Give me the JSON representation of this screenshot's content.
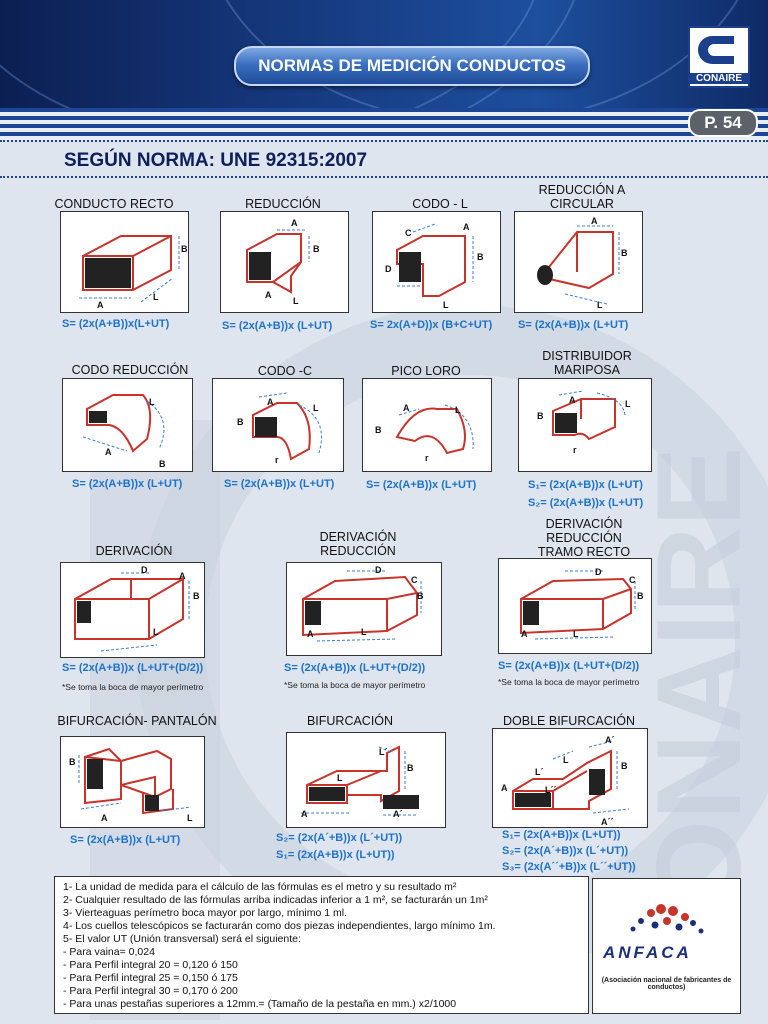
{
  "header": {
    "title": "NORMAS DE MEDICIÓN CONDUCTOS",
    "logo_text": "CONAIRE",
    "page": "P. 54"
  },
  "heading": "SEGÚN NORMA: UNE 92315:2007",
  "watermark": "CONAIRE",
  "items": [
    {
      "label": "CONDUCTO RECTO",
      "formulas": [
        "S= (2x(A+B))x(L+UT)"
      ],
      "note": ""
    },
    {
      "label": "REDUCCIÓN",
      "formulas": [
        "S= (2x(A+B))x (L+UT)"
      ],
      "note": ""
    },
    {
      "label": "CODO - L",
      "formulas": [
        "S= 2x(A+D))x (B+C+UT)"
      ],
      "note": ""
    },
    {
      "label": "REDUCCIÓN A CIRCULAR",
      "formulas": [
        "S= (2x(A+B))x (L+UT)"
      ],
      "note": ""
    },
    {
      "label": "CODO REDUCCIÓN",
      "formulas": [
        "S= (2x(A+B))x (L+UT)"
      ],
      "note": ""
    },
    {
      "label": "CODO -C",
      "formulas": [
        "S= (2x(A+B))x (L+UT)"
      ],
      "note": ""
    },
    {
      "label": "PICO LORO",
      "formulas": [
        "S= (2x(A+B))x (L+UT)"
      ],
      "note": ""
    },
    {
      "label": "DISTRIBUIDOR MARIPOSA",
      "formulas": [
        "S₁= (2x(A+B))x (L+UT)",
        "S₂= (2x(A+B))x (L+UT)"
      ],
      "note": ""
    },
    {
      "label": "DERIVACIÓN",
      "formulas": [
        "S= (2x(A+B))x (L+UT+(D/2))"
      ],
      "note": "*Se toma la boca de mayor perímetro"
    },
    {
      "label": "DERIVACIÓN REDUCCIÓN",
      "formulas": [
        "S= (2x(A+B))x (L+UT+(D/2))"
      ],
      "note": "*Se toma la boca de mayor perímetro"
    },
    {
      "label": "DERIVACIÓN REDUCCIÓN TRAMO RECTO",
      "formulas": [
        "S= (2x(A+B))x (L+UT+(D/2))"
      ],
      "note": "*Se toma la boca de mayor perímetro"
    },
    {
      "label": "BIFURCACIÓN- PANTALÓN",
      "formulas": [
        "S= (2x(A+B))x (L+UT)"
      ],
      "note": ""
    },
    {
      "label": "BIFURCACIÓN",
      "formulas": [
        "S₂= (2x(A´+B))x (L´+UT))",
        "S₁= (2x(A+B))x (L+UT))"
      ],
      "note": ""
    },
    {
      "label": "DOBLE BIFURCACIÓN",
      "formulas": [
        "S₁= (2x(A+B))x (L+UT))",
        "S₂= (2x(A´+B))x (L´+UT))",
        "S₃= (2x(A´´+B))x (L´´+UT))"
      ],
      "note": ""
    }
  ],
  "notes": [
    "1- La unidad de medida para el cálculo de las fórmulas es el metro y su resultado m²",
    "2- Cualquier resultado de las fórmulas arriba indicadas inferior a 1 m², se facturarán  un 1m²",
    "3- Vierteaguas perímetro boca mayor por largo, mínimo 1 ml.",
    "4- Los cuellos telescópicos se facturarán como dos piezas independientes, largo mínimo 1m.",
    "5- El valor UT (Unión transversal) será el siguiente:",
    "- Para vaina= 0,024",
    "- Para Perfil integral 20 = 0,120 ó 150",
    "- Para Perfil integral 25 = 0,150 ó 175",
    "- Para Perfil integral 30 = 0,170 ó 200",
    "- Para unas pestañas superiores a 12mm.= (Tamaño de la pestaña en mm.) x2/1000"
  ],
  "anfaca": {
    "name": "ANFACA",
    "subtitle": "(Asociación nacional de fabricantes de conductos)"
  },
  "colors": {
    "navy": "#0d1f5c",
    "formula_blue": "#1e73c8",
    "duct_red": "#c8332b"
  }
}
